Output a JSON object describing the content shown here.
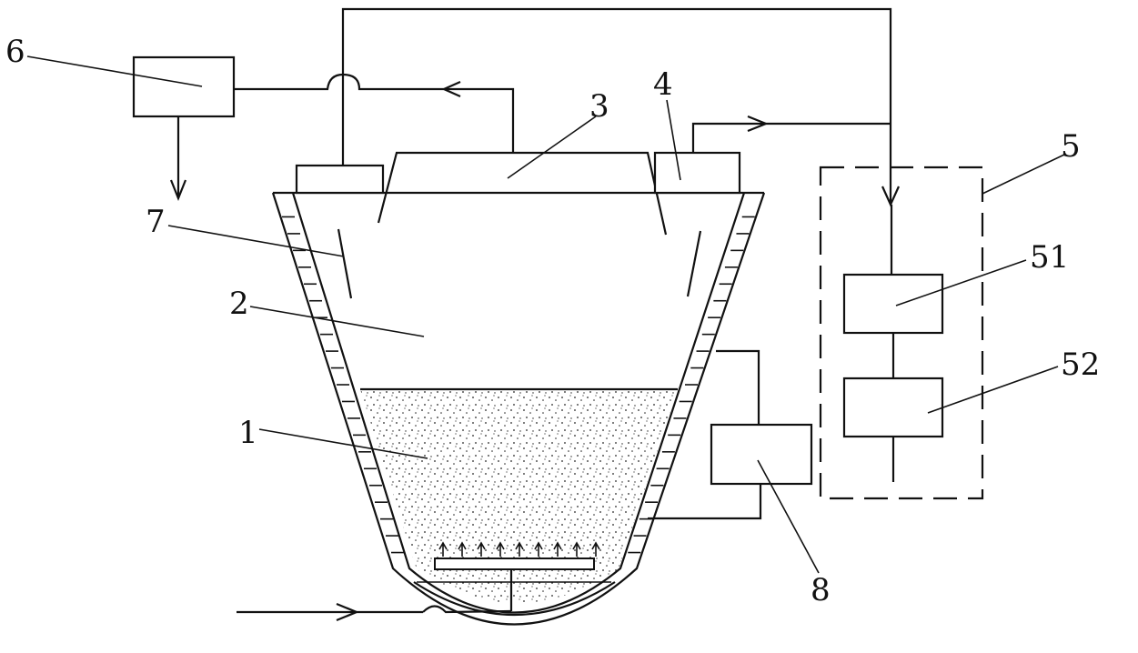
{
  "diagram": {
    "labels": {
      "l1": "1",
      "l2": "2",
      "l3": "3",
      "l4": "4",
      "l5": "5",
      "l51": "51",
      "l52": "52",
      "l6": "6",
      "l7": "7",
      "l8": "8"
    }
  }
}
